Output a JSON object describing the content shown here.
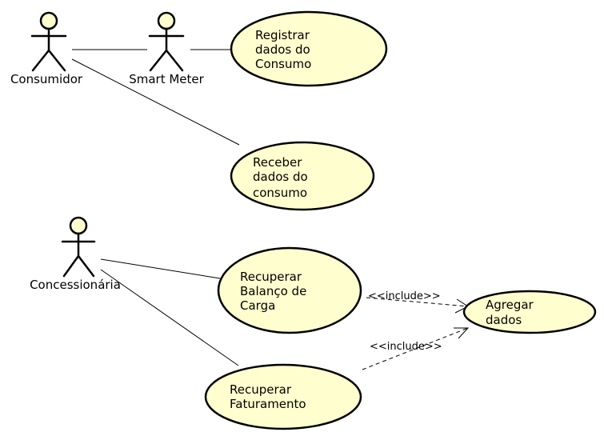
{
  "actors": {
    "consumidor": "Consumidor",
    "smart_meter": "Smart Meter",
    "concessionaria": "Concessionária"
  },
  "use_cases": {
    "registrar": [
      "Registrar",
      "dados do",
      "Consumo"
    ],
    "receber": [
      "Receber",
      "dados do",
      "consumo"
    ],
    "balanco": [
      "Recuperar",
      "Balanço de",
      "Carga"
    ],
    "faturamento": [
      "Recuperar",
      "Faturamento"
    ],
    "agregar": [
      "Agregar",
      "dados"
    ]
  },
  "relations": {
    "include_label": "<<include>>"
  },
  "colors": {
    "fill": "#fefece",
    "stroke": "#000000"
  }
}
